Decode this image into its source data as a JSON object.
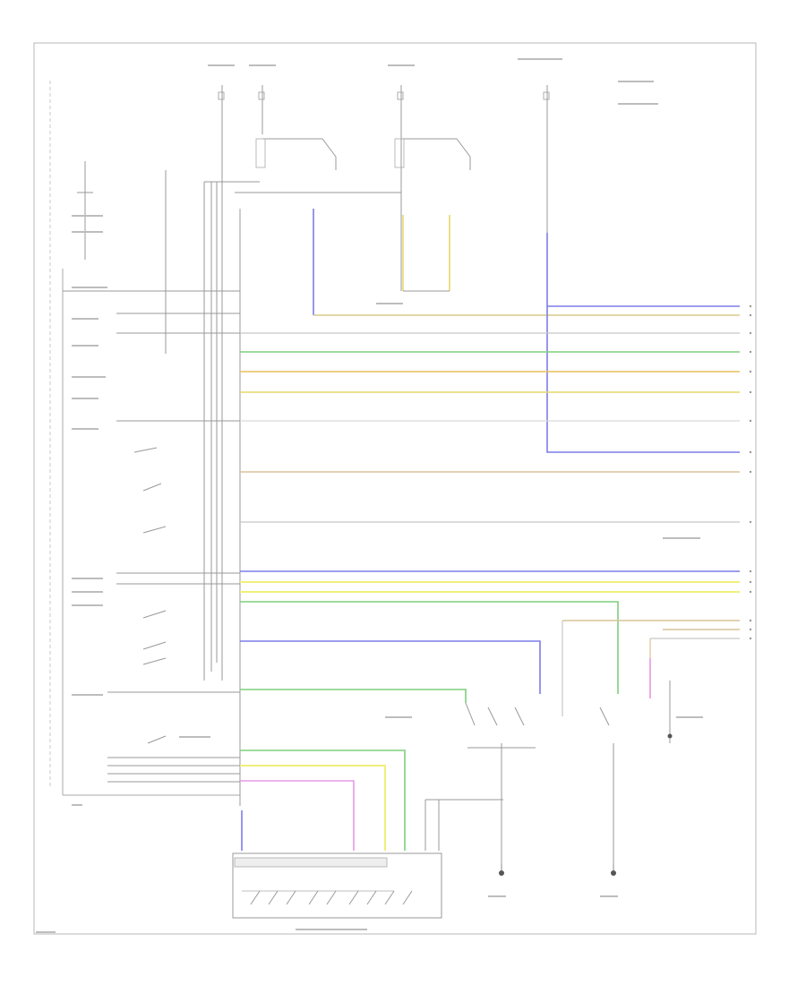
{
  "page_id": "",
  "footer_title": "",
  "wires": [
    {
      "id": "w1",
      "color": "#7d7de8"
    },
    {
      "id": "w2",
      "color": "#d9c98a"
    },
    {
      "id": "w3",
      "color": "#7ecf7e"
    },
    {
      "id": "w4",
      "color": "#e6c25a"
    },
    {
      "id": "w5",
      "color": "#e6d86a"
    },
    {
      "id": "w6",
      "color": "#d9c49a"
    },
    {
      "id": "w7",
      "color": "#f0f07a"
    },
    {
      "id": "w8",
      "color": "#e69ae6"
    },
    {
      "id": "w9",
      "color": "#c7c7c7"
    }
  ],
  "components": [
    {
      "id": "ground-1",
      "symbol": "ground"
    },
    {
      "id": "ground-2",
      "symbol": "ground"
    },
    {
      "id": "ground-3",
      "symbol": "ground"
    },
    {
      "id": "connector-block",
      "symbol": "switch-block"
    }
  ]
}
